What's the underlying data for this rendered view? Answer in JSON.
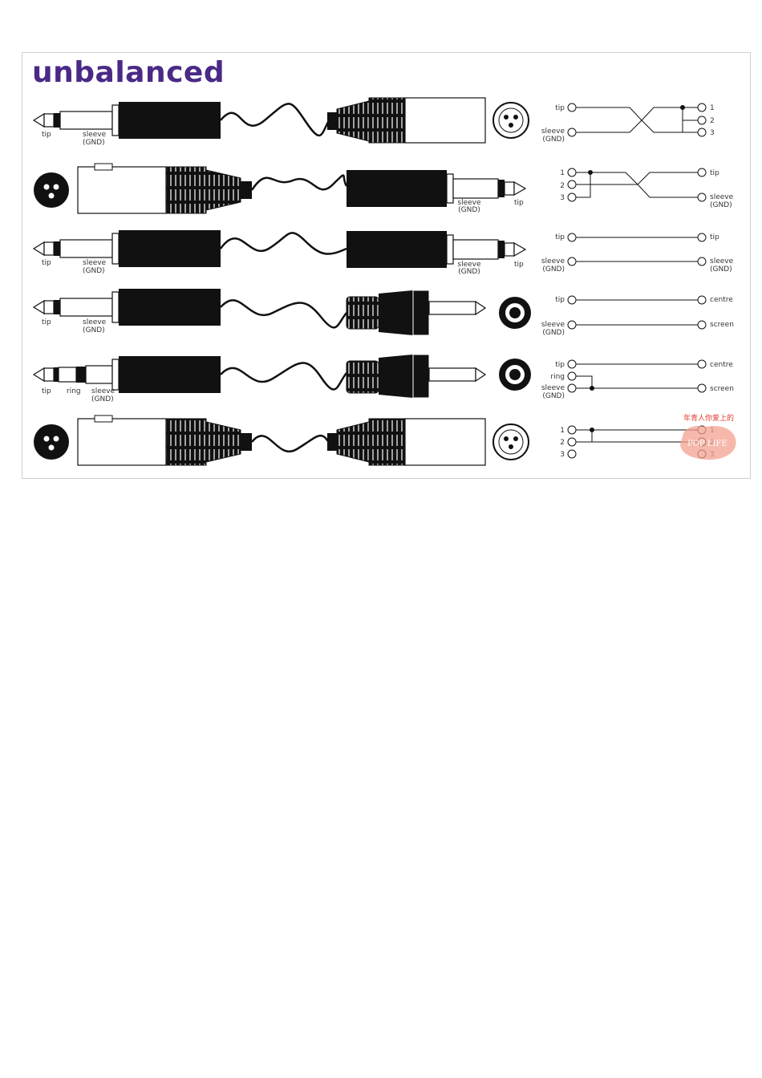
{
  "title": "unbalanced",
  "labels": {
    "tip": "tip",
    "sleeve": "sleeve",
    "gnd": "(GND)",
    "ring": "ring",
    "centre": "centre",
    "screen": "screen",
    "pin1": "1",
    "pin2": "2",
    "pin3": "3"
  },
  "watermark": {
    "chinese": "年青人你爱上的",
    "brand": "POP LIFE"
  },
  "colors": {
    "title": "#4a2a86",
    "plug": "#111111",
    "watermark": "#e03a2a"
  }
}
